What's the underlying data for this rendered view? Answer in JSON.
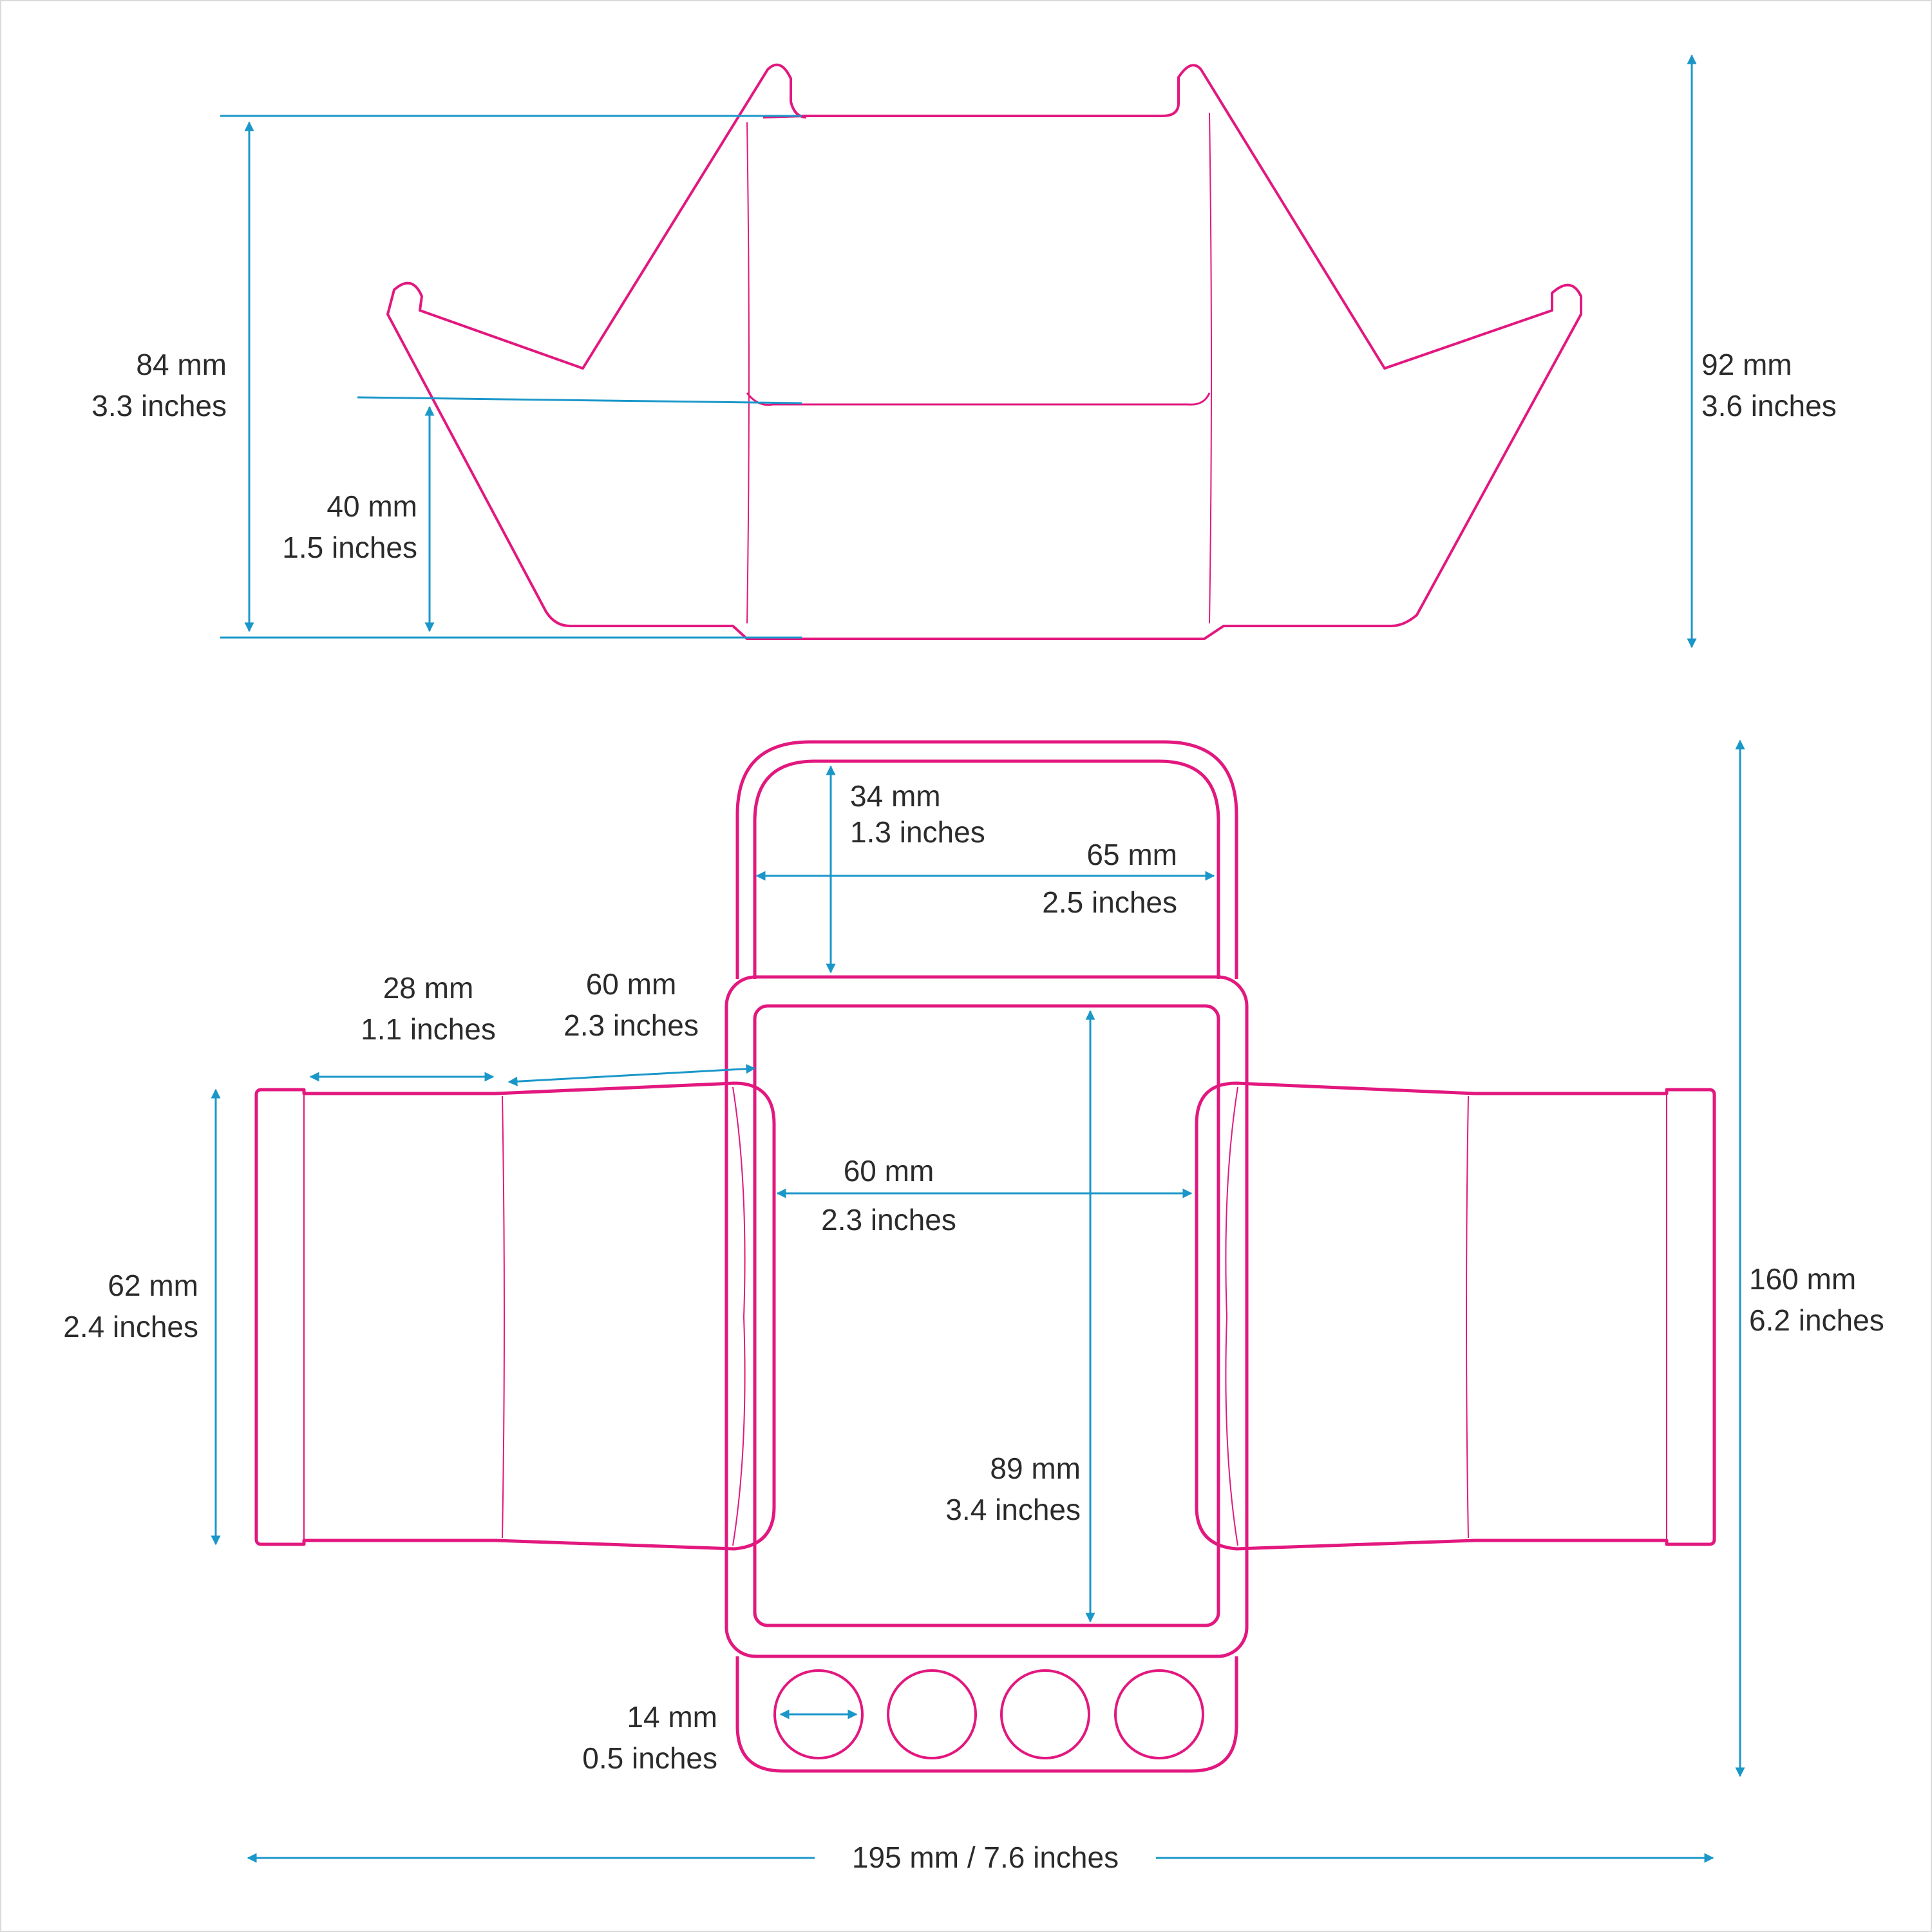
{
  "colors": {
    "outline": "#e2187f",
    "dimension": "#1a97c9",
    "text": "#2b2b2b",
    "border": "#d9d9d9"
  },
  "dims": {
    "height_total": {
      "mm": "84 mm",
      "in": "3.3 inches"
    },
    "height_fold": {
      "mm": "40 mm",
      "in": "1.5 inches"
    },
    "height_max": {
      "mm": "92 mm",
      "in": "3.6 inches"
    },
    "top_flap_depth": {
      "mm": "34 mm",
      "in": "1.3 inches"
    },
    "top_flap_width": {
      "mm": "65 mm",
      "in": "2.5 inches"
    },
    "side_tab": {
      "mm": "28 mm",
      "in": "1.1 inches"
    },
    "side_panel": {
      "mm": "60 mm",
      "in": "2.3 inches"
    },
    "center_width": {
      "mm": "60 mm",
      "in": "2.3 inches"
    },
    "side_height": {
      "mm": "62 mm",
      "in": "2.4 inches"
    },
    "center_height": {
      "mm": "89 mm",
      "in": "3.4 inches"
    },
    "net_height": {
      "mm": "160 mm",
      "in": "6.2 inches"
    },
    "hole": {
      "mm": "14 mm",
      "in": "0.5 inches"
    },
    "net_width": "195 mm / 7.6 inches"
  }
}
